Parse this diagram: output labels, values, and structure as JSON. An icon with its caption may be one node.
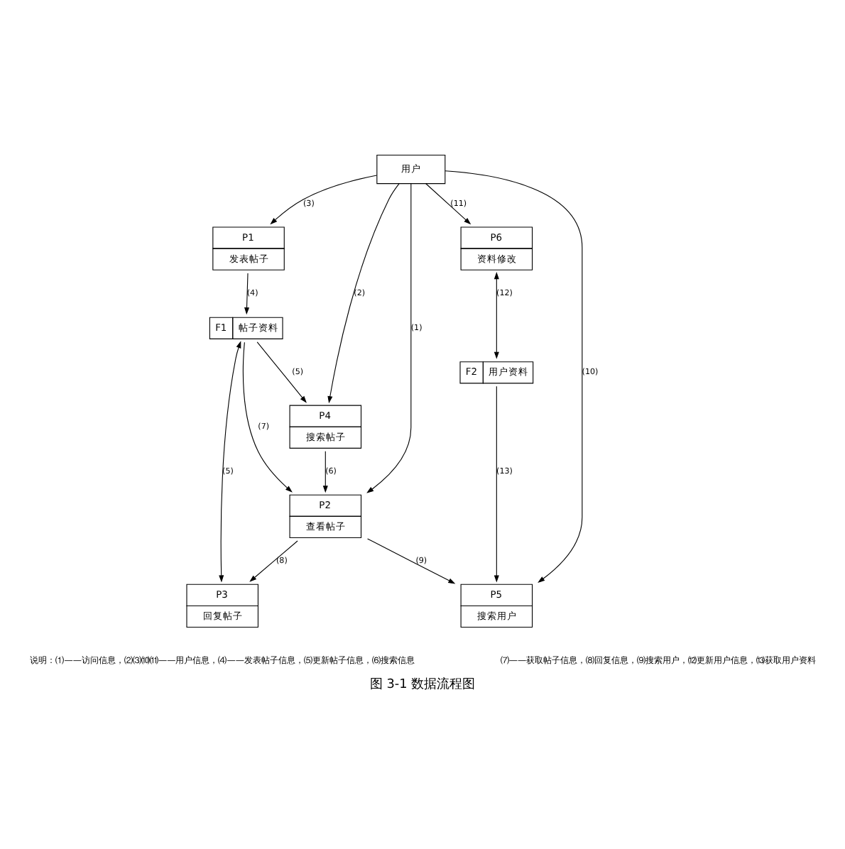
{
  "diagram": {
    "caption": "图 3-1 数据流程图",
    "nodes": [
      {
        "text": [
          "用户"
        ]
      },
      {
        "text": [
          "P1",
          "发表帖子"
        ]
      },
      {
        "text": [
          "P4",
          "搜索帖子"
        ]
      },
      {
        "text": [
          "P2",
          "查看帖子"
        ]
      },
      {
        "text": [
          "F1",
          "帖子资料"
        ]
      },
      {
        "text": [
          "P3",
          "回复帖子"
        ]
      },
      {
        "text": [
          "P5",
          "搜索用户"
        ]
      },
      {
        "text": [
          "F2",
          "用户资料"
        ]
      },
      {
        "text": [
          "P6",
          "资料修改"
        ]
      }
    ],
    "edges": [
      {
        "from": 0,
        "to": 3,
        "arrow": "to",
        "label": "(1)"
      },
      {
        "from": 0,
        "to": 2,
        "arrow": "to",
        "label": "(2)"
      },
      {
        "from": 0,
        "to": 1,
        "arrow": "to",
        "label": "(3)"
      },
      {
        "from": 1,
        "to": 4,
        "arrow": "to",
        "label": "(4)"
      },
      {
        "from": 4,
        "to": 2,
        "arrow": "to",
        "label": "(5)"
      },
      {
        "from": 2,
        "to": 3,
        "arrow": "to",
        "label": "(6)"
      },
      {
        "from": 4,
        "to": 3,
        "arrow": "to",
        "label": "(7)"
      },
      {
        "from": 3,
        "to": 5,
        "arrow": "to",
        "label": "(8)"
      },
      {
        "from": 4,
        "to": 5,
        "arrow": "both",
        "label": "(5)"
      },
      {
        "from": 3,
        "to": 6,
        "arrow": "to",
        "label": "(9)"
      },
      {
        "from": 0,
        "to": 6,
        "arrow": "to",
        "label": "(10)"
      },
      {
        "from": 0,
        "to": 8,
        "arrow": "to",
        "label": "(11)"
      },
      {
        "from": 7,
        "to": 6,
        "arrow": "to",
        "label": "(13)"
      },
      {
        "from": 8,
        "to": 7,
        "arrow": "both",
        "label": "(12)"
      }
    ],
    "labels": [
      "说明：⑴——访问信息，⑵⑶⑽⑾——用户信息，⑷——发表帖子信息，⑸更新帖子信息，⑹搜索信息",
      "⑺——获取帖子信息，⑻回复信息，⑼搜索用户，⑿更新用户信息，⒀获取用户资料"
    ]
  }
}
